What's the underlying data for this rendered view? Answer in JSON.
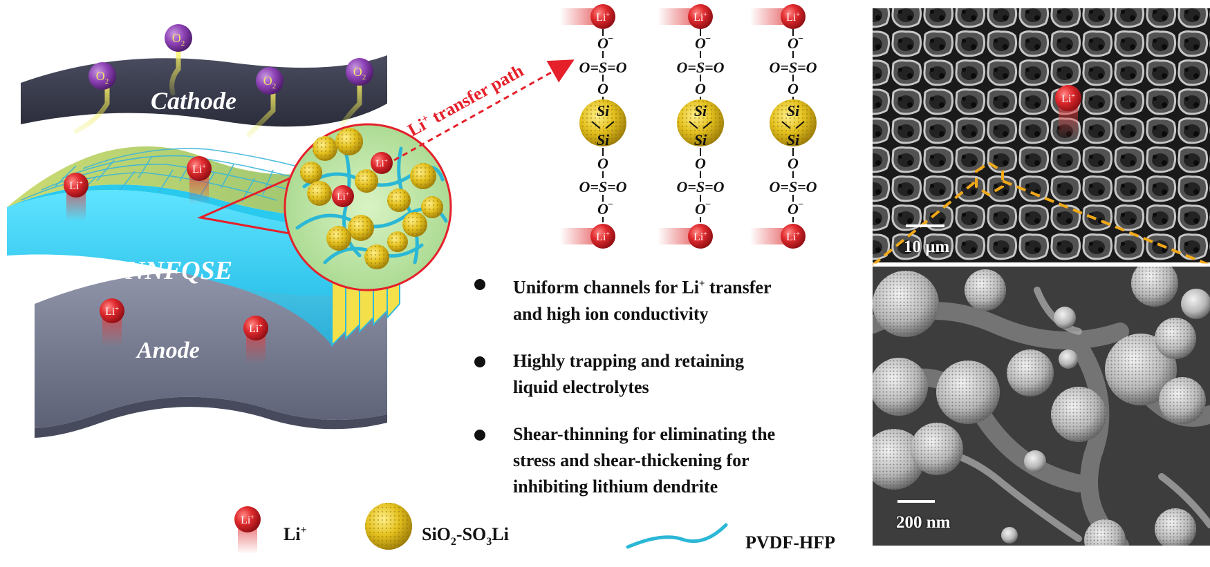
{
  "layers": {
    "cathode": "Cathode",
    "electrolyte": "NNFQSE",
    "anode": "Anode"
  },
  "ion_labels": {
    "li": "Li",
    "li_sup": "+",
    "o2": "O",
    "o2_sub": "2"
  },
  "transfer_path": {
    "prefix": "Li",
    "sup": "+",
    "rest": " transfer path"
  },
  "chain": {
    "o_minus": "O",
    "minus": "−",
    "sulfonate": "O=S=O",
    "o": "O",
    "si": "Si"
  },
  "bullets": [
    {
      "line1_pre": "Uniform channels for Li",
      "line1_sup": "+",
      "line1_post": " transfer",
      "line2": "and high ion conductivity"
    },
    {
      "line1_pre": "Highly trapping and retaining",
      "line1_sup": "",
      "line1_post": "",
      "line2": "liquid electrolytes"
    },
    {
      "line1_pre": "Shear-thinning for eliminating the",
      "line1_sup": "",
      "line1_post": "",
      "line2": "stress  and shear-thickening for",
      "line3": "inhibiting lithium dendrite"
    }
  ],
  "legend": {
    "li": "Li",
    "li_sup": "+",
    "sio2_a": "SiO",
    "sio2_sub1": "2",
    "sio2_b": "-SO",
    "sio2_sub2": "3",
    "sio2_c": "Li",
    "pvdf": "PVDF-HFP"
  },
  "sem": {
    "top_scale": "10 μm",
    "bottom_scale": "200 nm"
  },
  "colors": {
    "li_red": "#d8282c",
    "o2_purple": "#8a3fb0",
    "electrolyte_cyan": "#3fd3f2",
    "cathode_gray": "#3a3d4e",
    "anode_gray": "#6f7389",
    "particle_yellow": "#e8c21a",
    "path_red": "#e5202a",
    "fiber_blue": "#2bb7d6",
    "zoom_orange": "#f0a818"
  }
}
